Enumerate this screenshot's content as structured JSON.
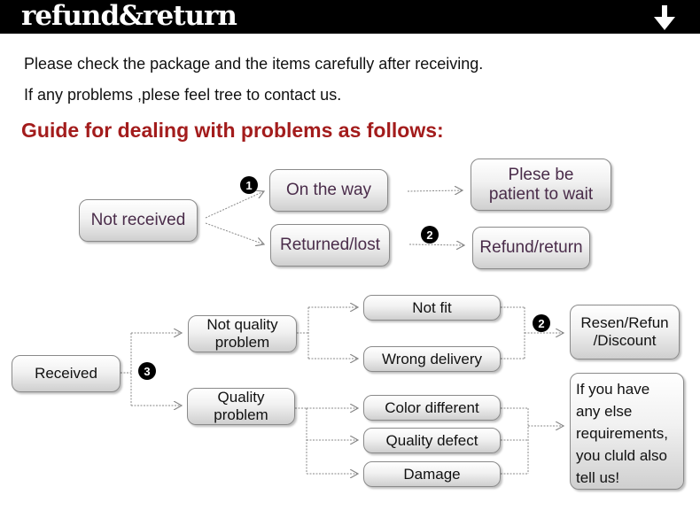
{
  "header": {
    "title": "refund&return"
  },
  "intro": {
    "line1": "Please check the package and the items carefully after receiving.",
    "line2": "If any problems ,plese feel tree to contact us."
  },
  "guide_title": "Guide for dealing with problems as follows:",
  "flow1": {
    "not_received": "Not received",
    "on_the_way": "On the way",
    "be_patient": "Plese be patient to wait",
    "returned_lost": "Returned/lost",
    "refund_return": "Refund/return",
    "step1": "1",
    "step2": "2"
  },
  "flow2": {
    "received": "Received",
    "step3": "3",
    "not_quality": "Not quality problem",
    "quality": "Quality problem",
    "not_fit": "Not fit",
    "wrong_delivery": "Wrong delivery",
    "color_different": "Color different",
    "quality_defect": "Quality defect",
    "damage": "Damage",
    "step2": "2",
    "resend": "Resen/Refun /Discount",
    "other": "If you have any else requirements, you cluld also tell us!"
  },
  "colors": {
    "header_bg": "#000000",
    "guide_text": "#a31c1c",
    "box_text": "#4a2c4a"
  }
}
